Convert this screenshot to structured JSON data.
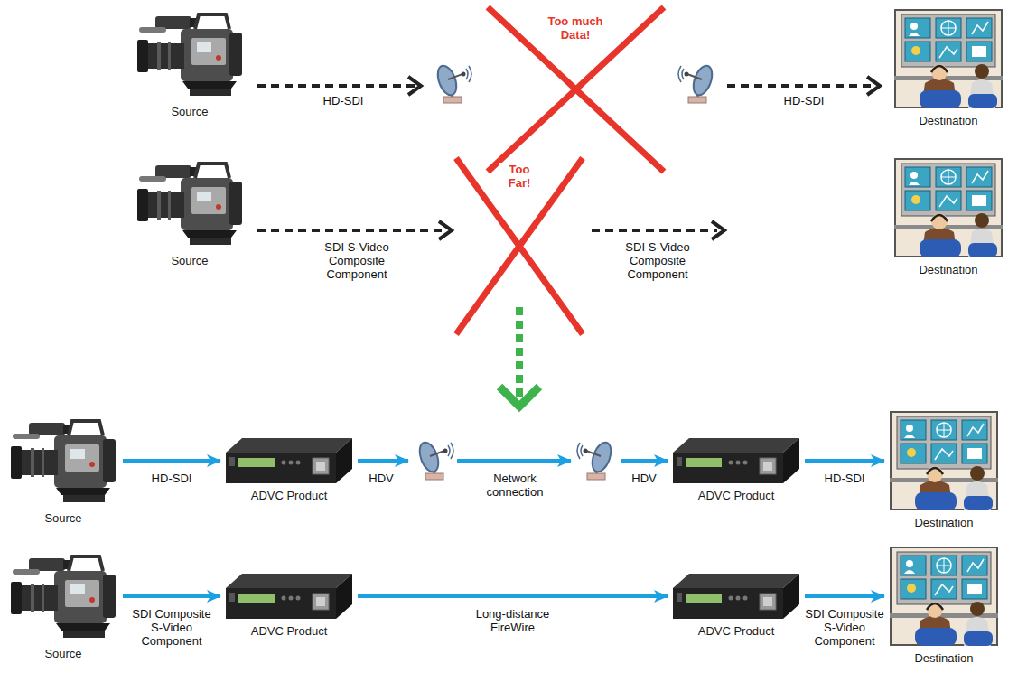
{
  "diagram": {
    "nodes": [
      {
        "text": [
          "Source"
        ]
      },
      {
        "text": [
          "Destination"
        ]
      },
      {
        "text": [
          "Source"
        ]
      },
      {
        "text": [
          "Destination"
        ]
      },
      {
        "text": [
          "Source"
        ]
      },
      {
        "text": [
          "ADVC Product"
        ]
      },
      {
        "text": [
          "ADVC Product"
        ]
      },
      {
        "text": [
          "Destination"
        ]
      },
      {
        "text": [
          "Source"
        ]
      },
      {
        "text": [
          "ADVC Product"
        ]
      },
      {
        "text": [
          "ADVC Product"
        ]
      },
      {
        "text": [
          "Destination"
        ]
      }
    ],
    "edges": [
      {
        "from": 4,
        "to": 5,
        "arrow": "to",
        "label": "HD-SDI"
      },
      {
        "from": 6,
        "to": 7,
        "arrow": "to",
        "label": "HD-SDI"
      },
      {
        "from": 8,
        "to": 9,
        "arrow": "to",
        "label": "SDI Composite S-Video Component"
      },
      {
        "from": 9,
        "to": 10,
        "arrow": "to",
        "label": "Long-distance FireWire"
      },
      {
        "from": 10,
        "to": 11,
        "arrow": "to",
        "label": "SDI Composite S-Video Component"
      }
    ],
    "labels": [
      "HD-SDI",
      "Too much Data!",
      "HD-SDI",
      "Too Far!",
      "SDI S-Video Composite Component",
      "SDI S-Video Composite Component",
      "HDV",
      "Network connection",
      "HDV"
    ]
  }
}
